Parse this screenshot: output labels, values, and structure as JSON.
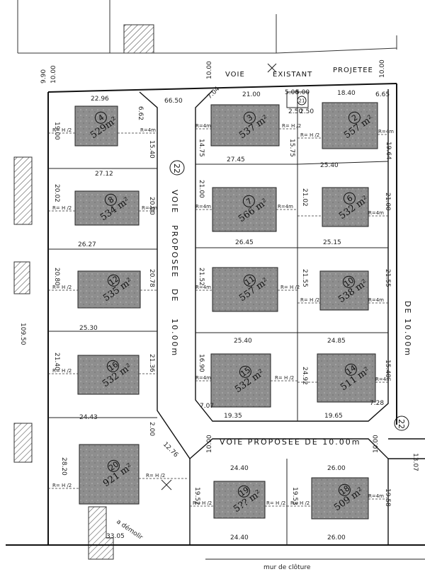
{
  "road_top": {
    "words": [
      "VOIE",
      "EXISTANT",
      "PROJETEE"
    ],
    "offset_left": "10.00",
    "offset_right": "10.00"
  },
  "road_middle": {
    "text": "VOIE  PROPOSEE  DE  10.00m"
  },
  "road_left": {
    "words": [
      "VOIE",
      "PROPOSEE",
      "DE",
      "10.00m"
    ]
  },
  "road_right": {
    "text": "DE  10.00m"
  },
  "road_number": "22",
  "top_left_offsets": [
    "10.00",
    "9.90"
  ],
  "west_total": "109.50",
  "demolish_label": "a démolir",
  "wall_label": "mur de clôture",
  "east_edge": "13.07",
  "recess_label": "R= H /2",
  "recess_4m": "R=4m",
  "lots": [
    {
      "id": "lot-4",
      "number": "4",
      "area": "529m²"
    },
    {
      "id": "lot-3",
      "number": "3",
      "area": "537 m²"
    },
    {
      "id": "lot-2",
      "number": "2",
      "area": "557 m²"
    },
    {
      "id": "lot-21",
      "number": "21",
      "area": ""
    },
    {
      "id": "lot-8",
      "number": "8",
      "area": "534 m²"
    },
    {
      "id": "lot-7",
      "number": "7",
      "area": "566 m²"
    },
    {
      "id": "lot-6",
      "number": "6",
      "area": "532 m²"
    },
    {
      "id": "lot-12",
      "number": "12",
      "area": "535 m²"
    },
    {
      "id": "lot-11",
      "number": "11",
      "area": "557 m²"
    },
    {
      "id": "lot-10",
      "number": "10",
      "area": "538 m²"
    },
    {
      "id": "lot-16",
      "number": "16",
      "area": "532 m²"
    },
    {
      "id": "lot-15",
      "number": "15",
      "area": "532 m²"
    },
    {
      "id": "lot-14",
      "number": "14",
      "area": "511 m²"
    },
    {
      "id": "lot-20",
      "number": "20",
      "area": "921 m²"
    },
    {
      "id": "lot-19",
      "number": "19",
      "area": "5?? m²"
    },
    {
      "id": "lot-18",
      "number": "18",
      "area": "509 m²"
    }
  ],
  "dimensions": {
    "lot4_top": "22.96",
    "lot4_left": "19.00",
    "lot4_right": "15.40",
    "lot4_corner": "6.62",
    "top_frontage": "66.50",
    "lot3_top": "21.00",
    "lot3_left": "14.75",
    "lot3_right": "15.75",
    "lot3_corner": "7.04",
    "lot21_a": "5.00",
    "lot21_b": "5.00",
    "lot21_c": "2.50",
    "lot21_d": "2.50",
    "lot2_top": "18.40",
    "lot2_right": "19.64",
    "lot2_corner": "6.65",
    "row2_left_top": "27.12",
    "row2_left_left": "20.02",
    "row2_left_right": "20.00",
    "row2_mid_top": "27.45",
    "row2_mid_left": "21.00",
    "row2_mid_right": "21.02",
    "row2_right_top": "25.40",
    "row2_right_right": "21.00",
    "row3_left_top": "26.27",
    "row3_left_left": "20.80",
    "row3_left_right": "20.78",
    "row3_mid_top": "26.45",
    "row3_mid_left": "21.52",
    "row3_mid_right": "21.55",
    "row3_right_top": "25.15",
    "row3_right_right": "21.55",
    "row4_left_top": "25.30",
    "row4_left_left": "21.40",
    "row4_left_right": "21.36",
    "row4_mid_top": "25.40",
    "row4_mid_left": "16.90",
    "row4_mid_right": "24.92",
    "row4_right_top": "24.85",
    "row4_right_right": "15.40",
    "row4_left_bottom": "24.43",
    "row4_mid_bottom": "19.35",
    "row4_right_bottom": "19.65",
    "row4_mid_corner": "7.07",
    "row4_right_corner": "7.28",
    "gap": "2.00",
    "lot20_left": "28.20",
    "lot20_corner": "12.76",
    "lot20_bottom": "33.05",
    "lot19_top": "24.40",
    "lot19_left": "19.52",
    "lot19_bottom": "24.40",
    "lot18_top": "26.00",
    "lot18_left": "19.53",
    "lot18_right": "19.58",
    "lot18_bottom": "26.00",
    "mid_road_left": "10.00",
    "mid_road_right": "10.00"
  },
  "colors": {
    "footprint": "#9a9a9a",
    "line": "#1a1a1a",
    "hatch": "#555555"
  }
}
